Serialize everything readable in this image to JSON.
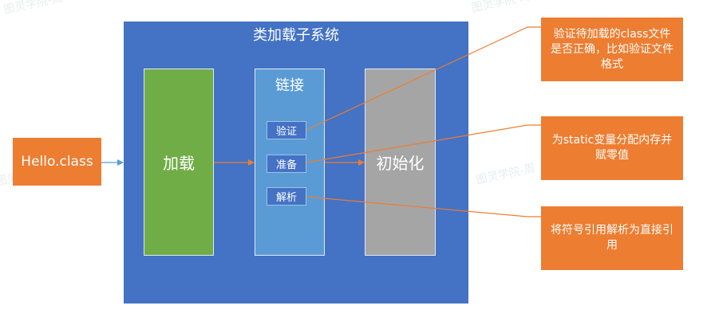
{
  "diagram": {
    "input_node": "Hello.class",
    "subsystem_title": "类加载子系统",
    "stages": {
      "load": "加载",
      "link": "链接",
      "init": "初始化"
    },
    "link_steps": {
      "verify": "验证",
      "prepare": "准备",
      "resolve": "解析"
    },
    "notes": {
      "verify": "验证待加载的class文件是否正确，比如验证文件格式",
      "prepare": "为static变量分配内存并赋零值",
      "resolve": "将符号引用解析为直接引用"
    },
    "watermarks": [
      "图灵学院-周",
      "图灵学院-周",
      "图灵学院-周",
      "图灵学院-周"
    ],
    "colors": {
      "orange": "#ed7d31",
      "blue": "#4472c4",
      "light_blue": "#5b9bd5",
      "green": "#70ad47",
      "gray": "#a5a5a5"
    }
  }
}
